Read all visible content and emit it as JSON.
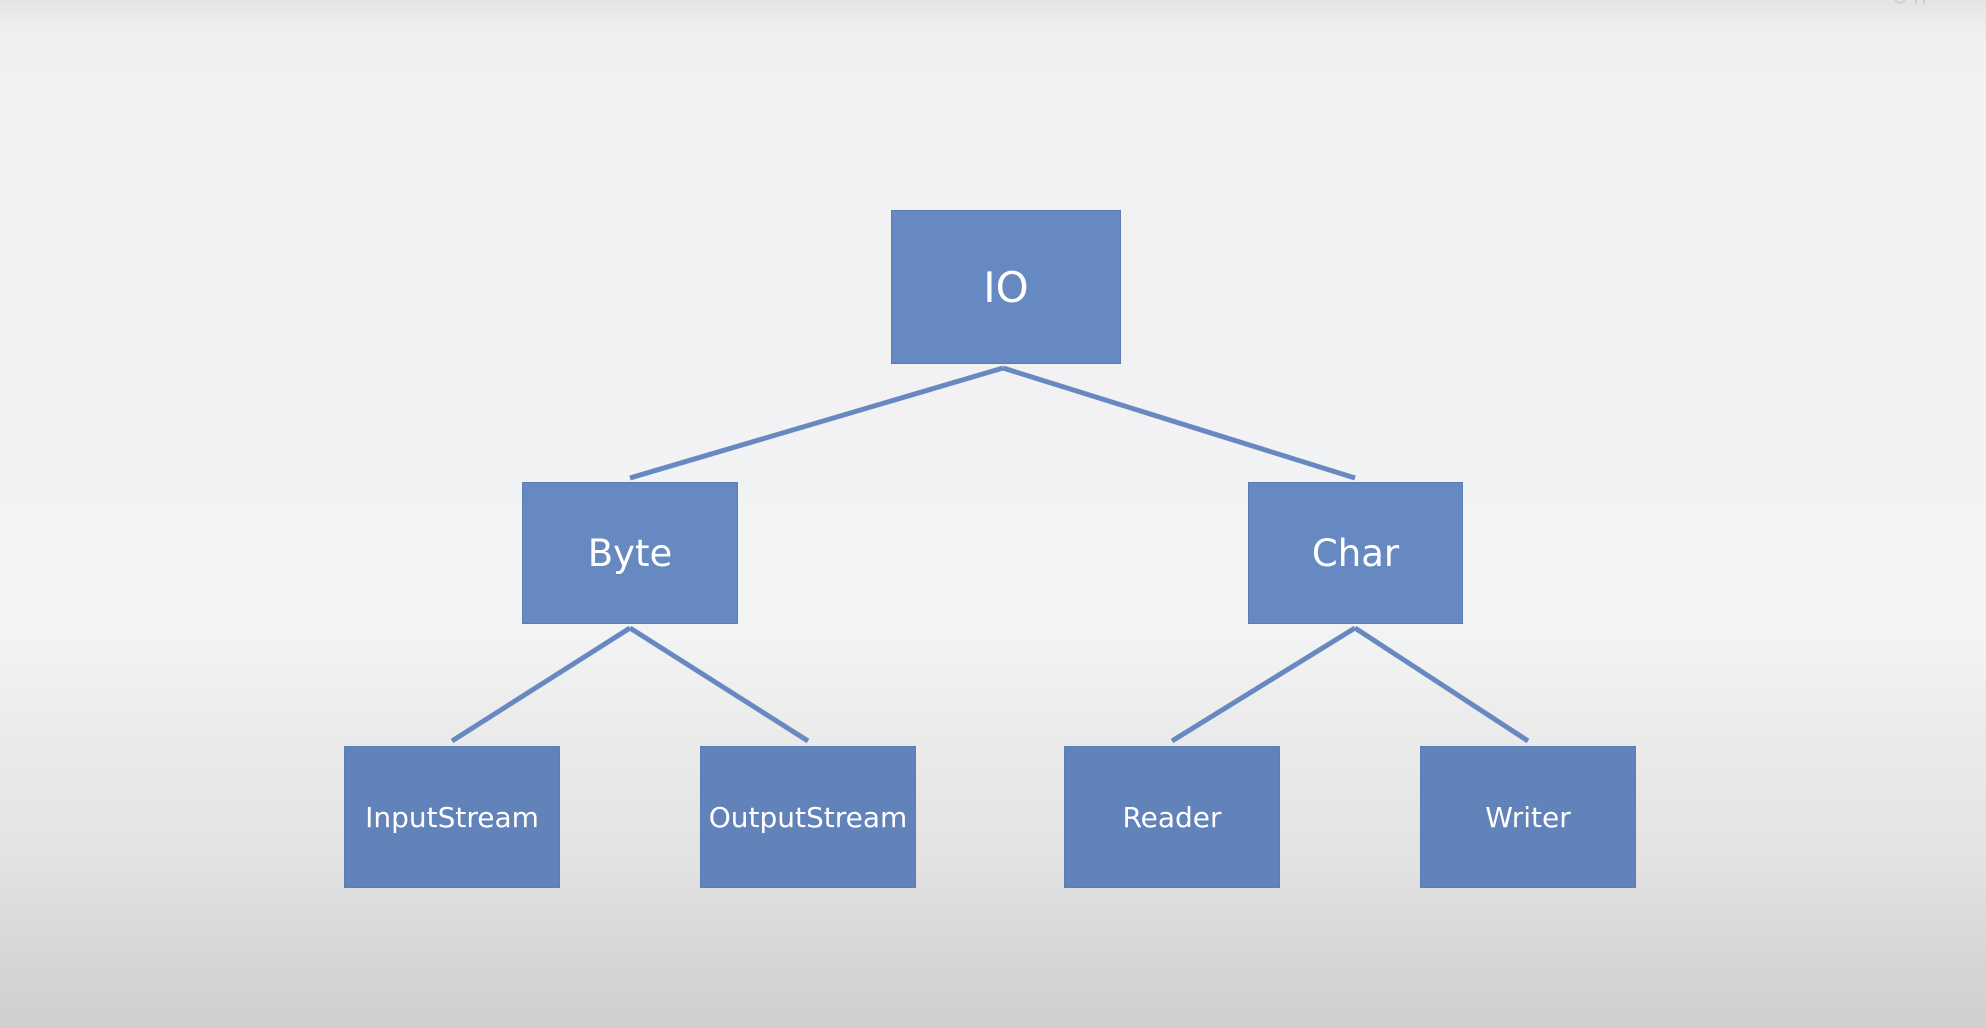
{
  "diagram": {
    "nodes": {
      "io": "IO",
      "byte": "Byte",
      "char": "Char",
      "input_stream": "InputStream",
      "output_stream": "OutputStream",
      "reader": "Reader",
      "writer": "Writer"
    },
    "edges": [
      [
        "IO",
        "Byte"
      ],
      [
        "IO",
        "Char"
      ],
      [
        "Byte",
        "InputStream"
      ],
      [
        "Byte",
        "OutputStream"
      ],
      [
        "Char",
        "Reader"
      ],
      [
        "Char",
        "Writer"
      ]
    ],
    "colors": {
      "node_fill": "#6789c1",
      "connector": "#6788c0",
      "node_text": "#ffffff",
      "background": "#f2f3f4"
    }
  }
}
